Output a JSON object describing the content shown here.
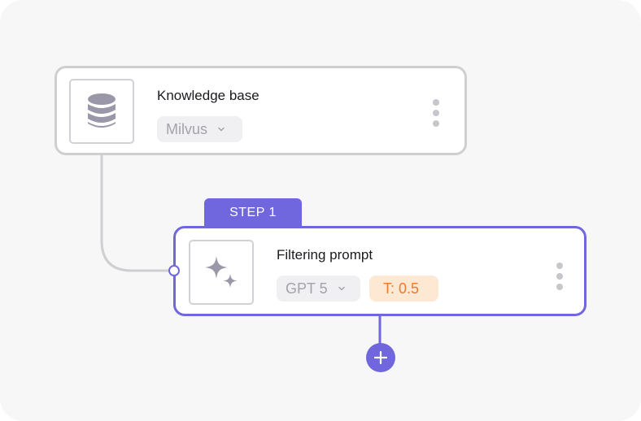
{
  "nodes": {
    "knowledge_base": {
      "title": "Knowledge base",
      "selector_value": "Milvus",
      "icon": "database-icon"
    },
    "filtering_prompt": {
      "step_label": "STEP 1",
      "title": "Filtering prompt",
      "model_value": "GPT 5",
      "temperature_label": "T: 0.5",
      "icon": "sparkles-icon"
    }
  },
  "colors": {
    "accent": "#7067de",
    "inactive_border": "#cfcfd2",
    "temperature_bg": "#fde8d3",
    "temperature_text": "#ec7a2f",
    "icon_gray": "#9a98a8"
  }
}
